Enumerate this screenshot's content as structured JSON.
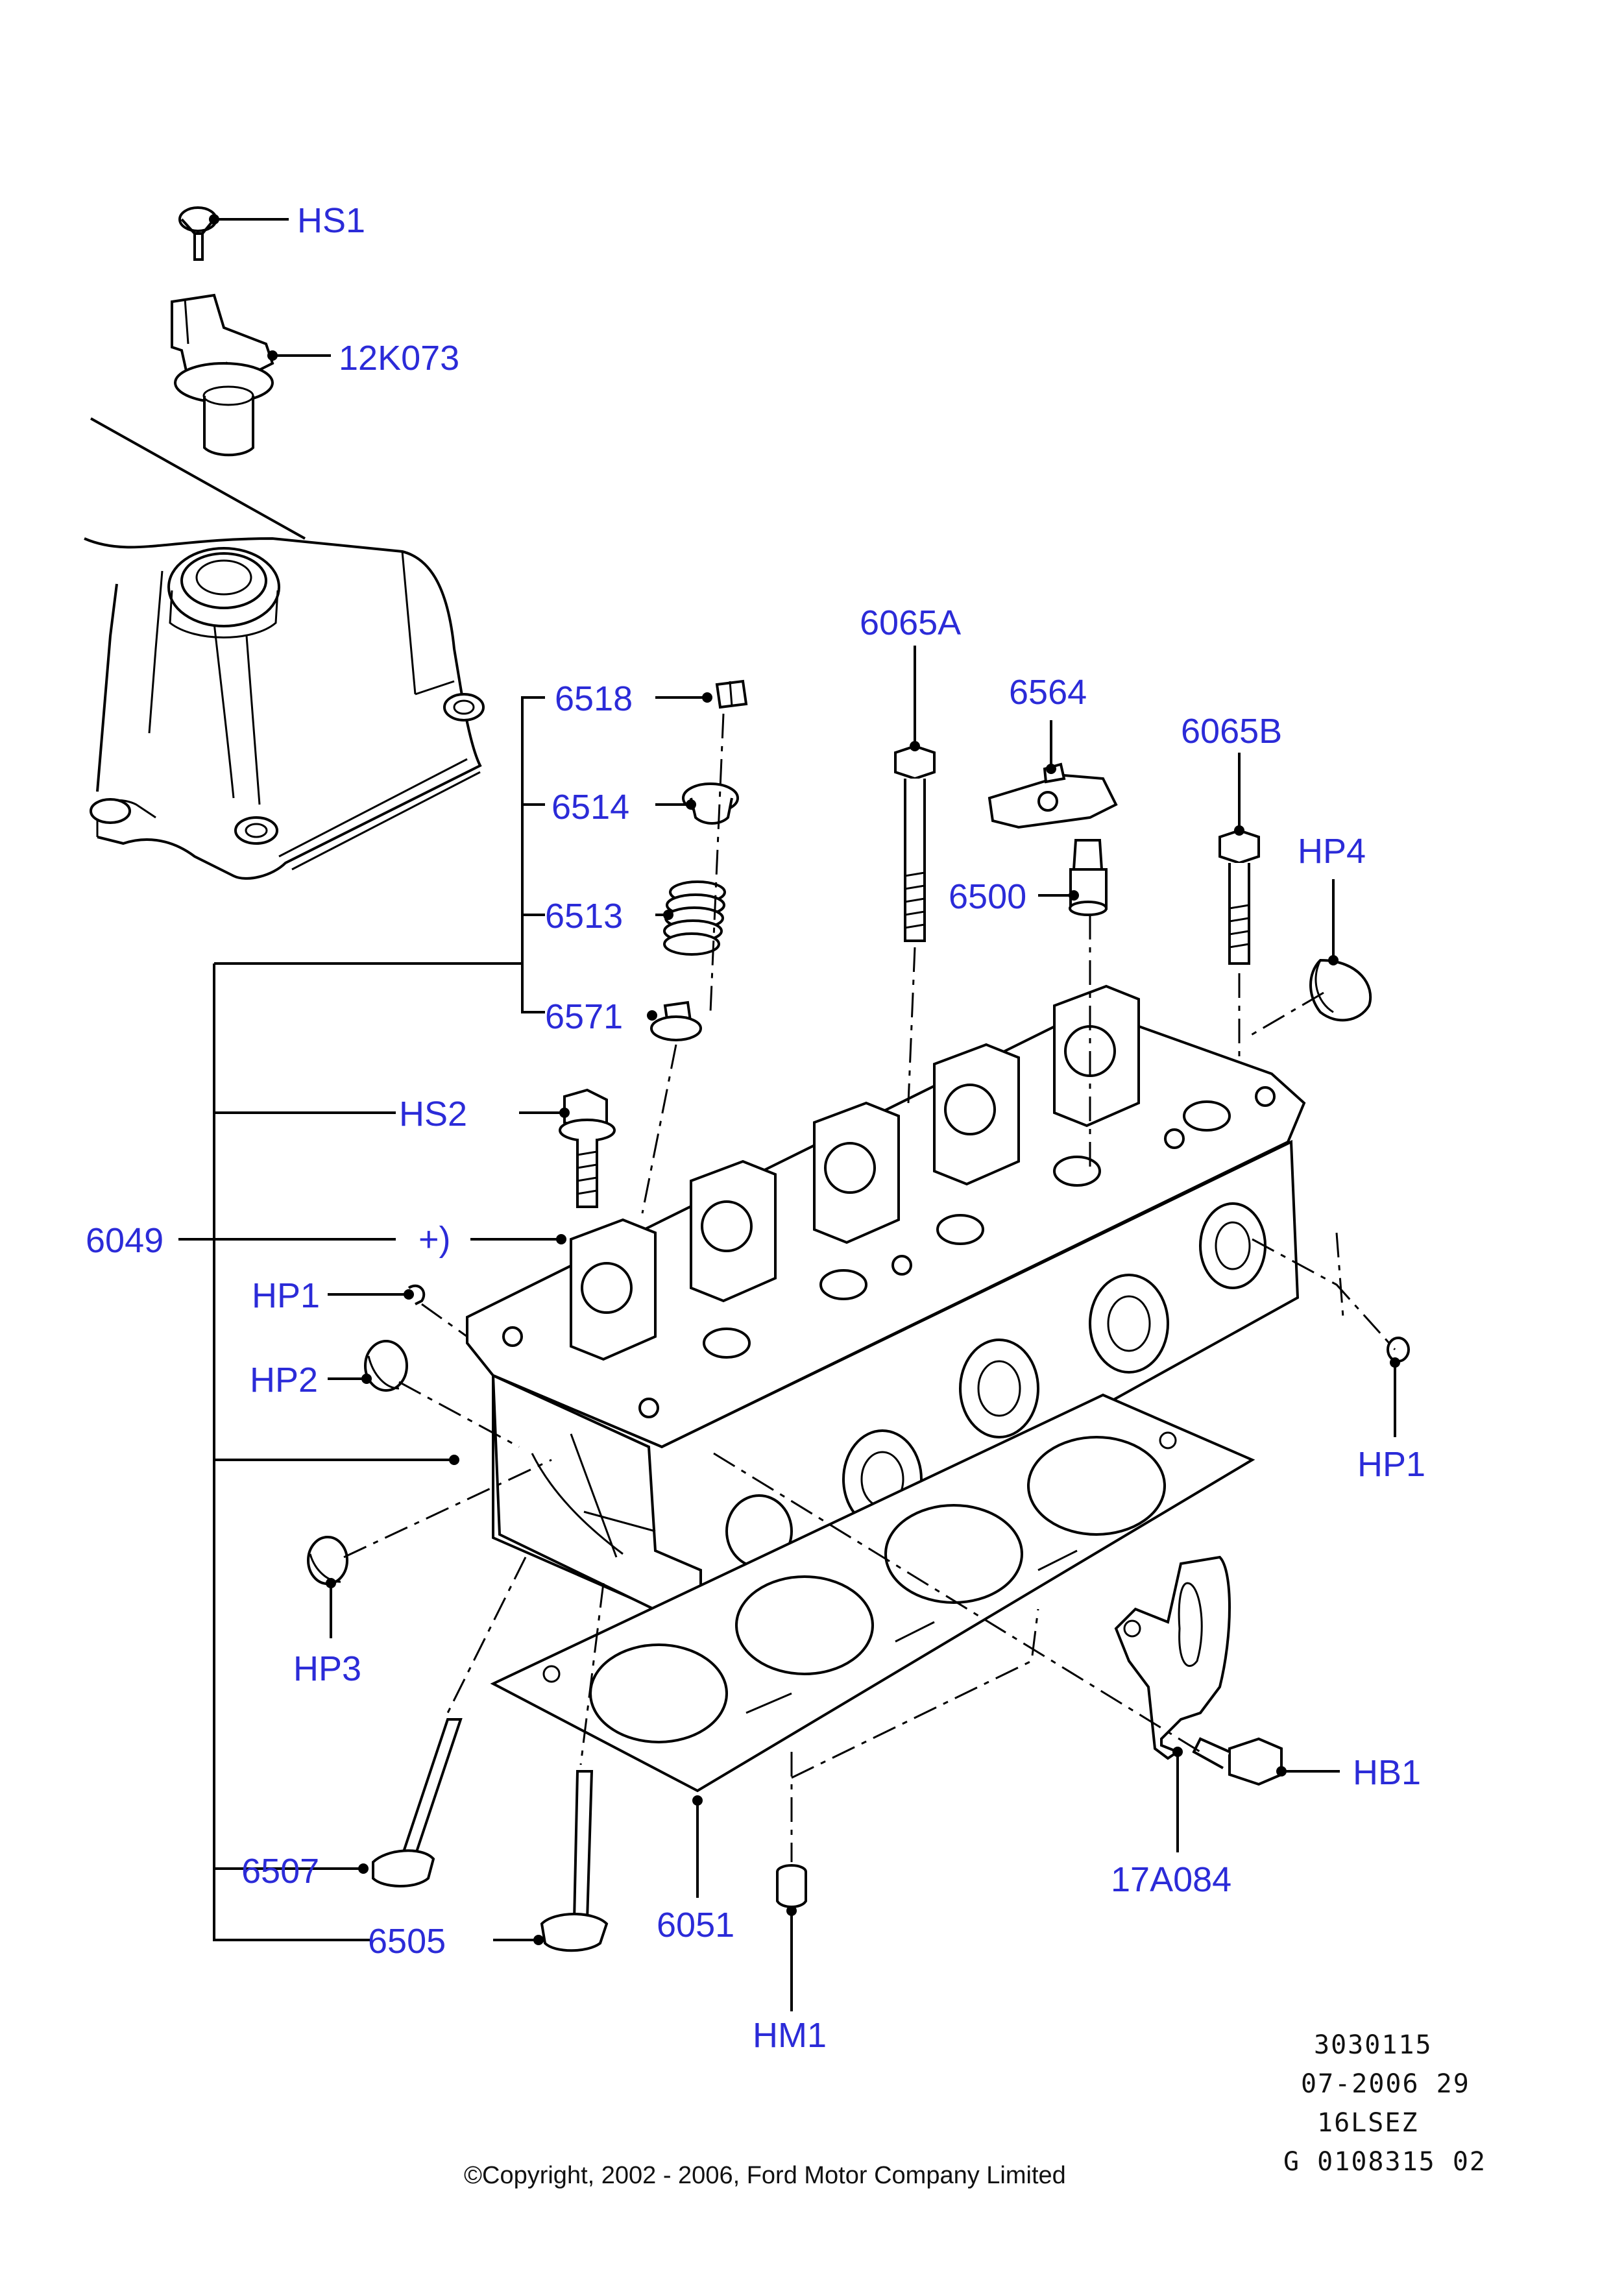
{
  "colors": {
    "callout_text": "#2b2bd8",
    "line_art": "#000000",
    "background": "#ffffff"
  },
  "callouts": {
    "hs1": "HS1",
    "k12_073": "12K073",
    "p6518": "6518",
    "p6514": "6514",
    "p6513": "6513",
    "p6571": "6571",
    "p6065a": "6065A",
    "p6564": "6564",
    "p6065b": "6065B",
    "p6500": "6500",
    "hp4": "HP4",
    "hs2": "HS2",
    "p6049": "6049",
    "plus_note": "+)",
    "hp1_left": "HP1",
    "hp2": "HP2",
    "hp1_right": "HP1",
    "hp3": "HP3",
    "hb1": "HB1",
    "a17_084": "17A084",
    "p6507": "6507",
    "p6505": "6505",
    "p6051": "6051",
    "hm1": "HM1"
  },
  "reference_block": {
    "line1": "3030115",
    "line2": "07-2006 29",
    "line3": "16LSEZ",
    "line4": "G 0108315 02"
  },
  "copyright": "©Copyright, 2002 - 2006, Ford Motor Company Limited"
}
